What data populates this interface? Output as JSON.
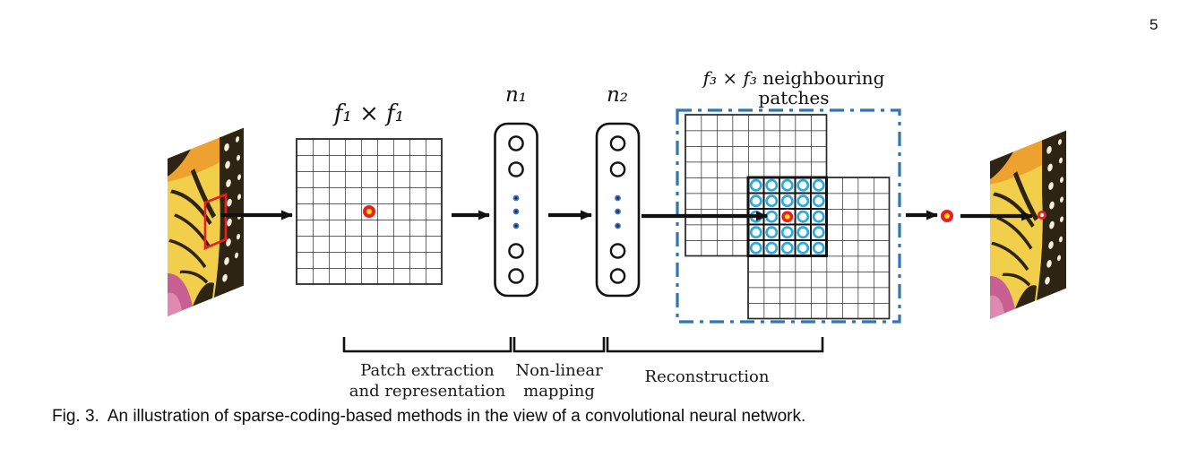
{
  "page_number": "5",
  "caption": {
    "tag": "Fig. 3.",
    "text": "An illustration of sparse-coding-based methods in the view of a convolutional neural network."
  },
  "diagram": {
    "input_patch_label": "f₁ × f₁",
    "hidden1_label": "n₁",
    "hidden2_label": "n₂",
    "output_label_math": "f₃ × f₃",
    "output_label_word": "neighbouring",
    "output_label_line2": "patches",
    "stages": [
      {
        "line1": "Patch extraction",
        "line2": "and representation"
      },
      {
        "line1": "Non-linear",
        "line2": "mapping"
      },
      {
        "line1": "Reconstruction",
        "line2": ""
      }
    ]
  },
  "colors": {
    "accent-blue": "#2e75b6",
    "circle-blue": "#29abe2",
    "marker-red": "#ec1c24",
    "marker-yellow": "#ffe500",
    "dot-navy-outer": "#4472c4",
    "dot-navy-inner": "#17375e"
  }
}
